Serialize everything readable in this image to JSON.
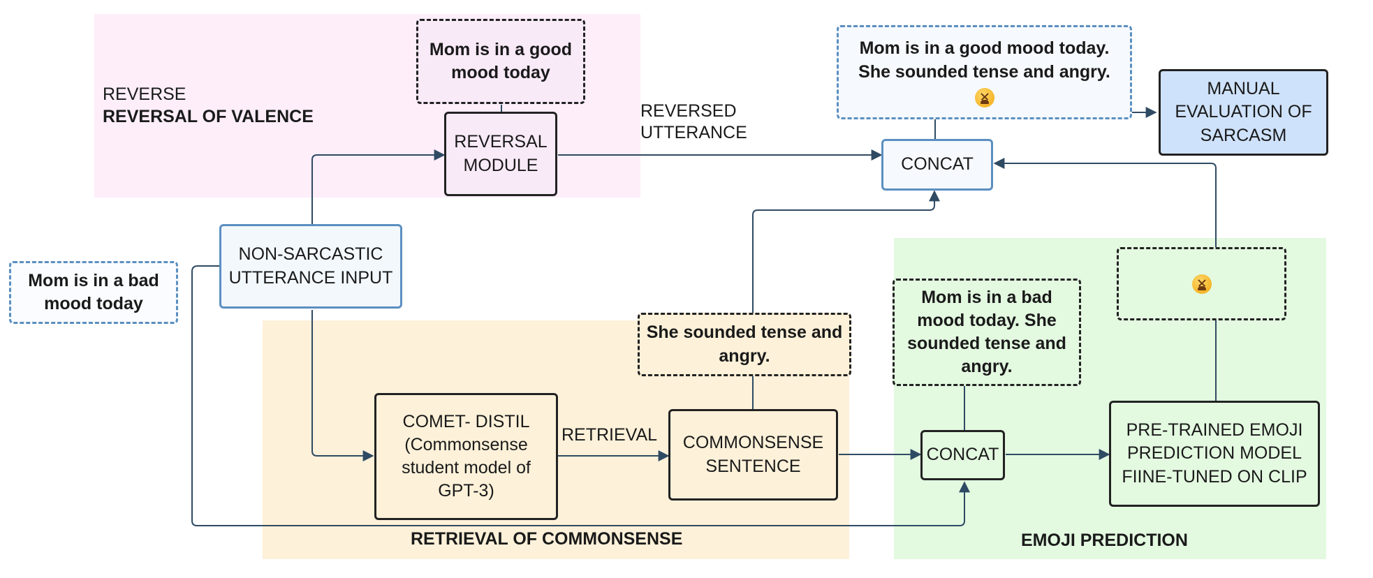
{
  "regions": {
    "reverse_small": "REVERSE",
    "reverse_title": "REVERSAL OF VALENCE",
    "commonsense_title": "RETRIEVAL OF COMMONSENSE",
    "emoji_title": "EMOJI PREDICTION"
  },
  "nodes": {
    "input_quote": "Mom is in a bad mood today",
    "input": "NON-SARCASTIC UTTERANCE INPUT",
    "reversal_quote": "Mom is in  a good mood today",
    "reversal_module": "REVERSAL MODULE",
    "reversed_utterance_label": "REVERSED UTTERANCE",
    "concat_final": "CONCAT",
    "final_quote": "Mom is in a good mood today. She sounded tense and angry.",
    "manual_eval": "MANUAL EVALUATION OF SARCASM",
    "comet": "COMET- DISTIL (Commonsense student model of GPT-3)",
    "retrieval_label": "RETRIEVAL",
    "commonsense_sentence": "COMMONSENSE SENTENCE",
    "commonsense_quote": "She sounded tense and angry.",
    "concat_emoji": "CONCAT",
    "emoji_concat_quote": "Mom is in a bad mood today. She sounded tense and angry.",
    "emoji_model": "PRE-TRAINED EMOJI PREDICTION MODEL FIINE-TUNED ON CLIP"
  },
  "icons": {
    "emoji": "tired-face-emoji"
  },
  "colors": {
    "pink_region": "#fdeefa",
    "yellow_region": "#fdf1d9",
    "green_region": "#e3f9e0",
    "arrow": "#2f4a63",
    "blue_border": "#5b8fc1",
    "eval_fill": "#cfe2fb"
  }
}
